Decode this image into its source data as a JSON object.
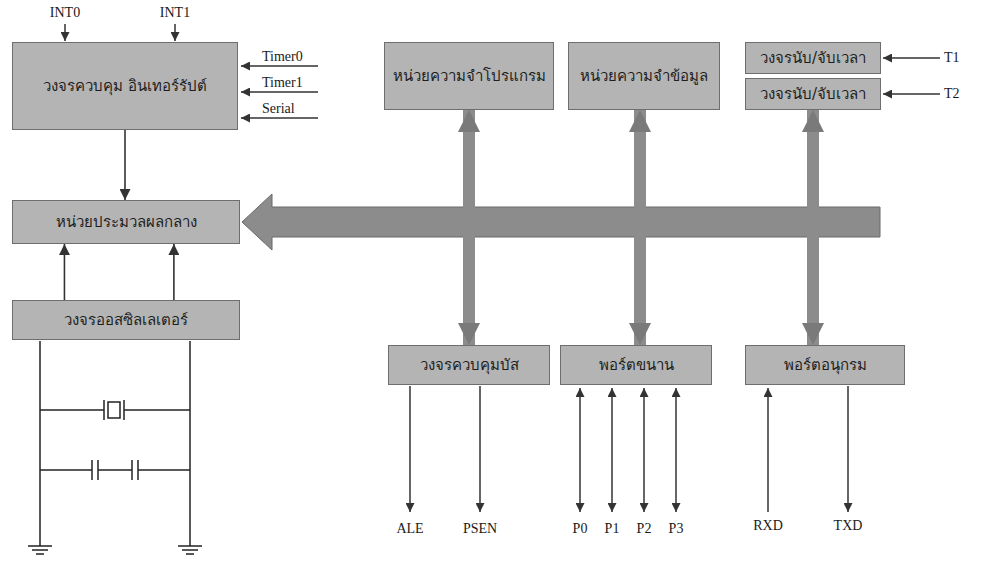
{
  "diagram": {
    "nodes": [
      {
        "text": [
          "วงจรควบคุม อินเทอร์รัปต์"
        ]
      },
      {
        "text": [
          "หน่วยประมวลผลกลาง"
        ]
      },
      {
        "text": [
          "วงจรออสซิลเลเตอร์"
        ]
      },
      {
        "text": [
          "หน่วยความจำโปรแกรม"
        ]
      },
      {
        "text": [
          "หน่วยความจำข้อมูล"
        ]
      },
      {
        "text": [
          "วงจรนับ/จับเวลา"
        ]
      },
      {
        "text": [
          "วงจรนับ/จับเวลา"
        ]
      },
      {
        "text": [
          "วงจรควบคุมบัส"
        ]
      },
      {
        "text": [
          "พอร์ตขนาน"
        ]
      },
      {
        "text": [
          "พอร์ตอนุกรม"
        ]
      }
    ],
    "edges": [
      {
        "from": 0,
        "to": 1,
        "arrow": "to"
      },
      {
        "from": 2,
        "to": 1,
        "arrow": "to"
      },
      {
        "from": 2,
        "to": 1,
        "arrow": "to"
      },
      {
        "from": 3,
        "to": 7,
        "arrow": "both"
      },
      {
        "from": 4,
        "to": 8,
        "arrow": "both"
      },
      {
        "from": 6,
        "to": 9,
        "arrow": "both"
      }
    ],
    "labels": [
      "INT0",
      "INT1",
      "Timer0",
      "Timer1",
      "Serial",
      "T1",
      "T2",
      "ALE",
      "PSEN",
      "P0",
      "P1",
      "P2",
      "P3",
      "RXD",
      "TXD"
    ]
  }
}
